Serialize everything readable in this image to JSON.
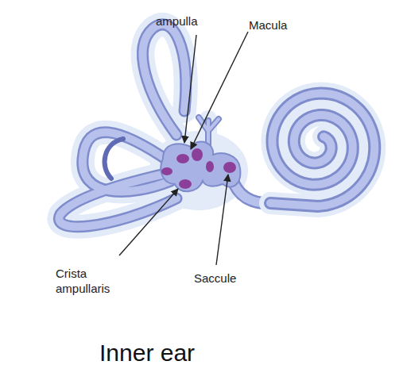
{
  "diagram": {
    "caption": "Inner ear",
    "labels": [
      "ampulla",
      "Macula",
      "Crista ampullaris",
      "Saccule"
    ]
  }
}
